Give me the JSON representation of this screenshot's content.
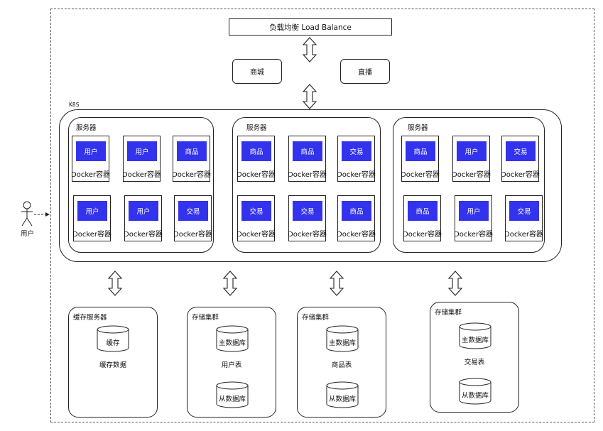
{
  "load_balancer": "负载均衡 Load Balance",
  "entry_nodes": [
    "商城",
    "直播"
  ],
  "k8s_label": "K8S",
  "user_label": "用户",
  "server_groups": [
    {
      "title": "服务器",
      "cards": [
        {
          "service": "用户",
          "container": "Docker容器"
        },
        {
          "service": "用户",
          "container": "Docker容器"
        },
        {
          "service": "商品",
          "container": "Docker容器"
        },
        {
          "service": "用户",
          "container": "Docker容器"
        },
        {
          "service": "用户",
          "container": "Docker容器"
        },
        {
          "service": "交易",
          "container": "Docker容器"
        }
      ]
    },
    {
      "title": "服务器",
      "cards": [
        {
          "service": "商品",
          "container": "Docker容器"
        },
        {
          "service": "商品",
          "container": "Docker容器"
        },
        {
          "service": "交易",
          "container": "Docker容器"
        },
        {
          "service": "交易",
          "container": "Docker容器"
        },
        {
          "service": "交易",
          "container": "Docker容器"
        },
        {
          "service": "商品",
          "container": "Docker容器"
        }
      ]
    },
    {
      "title": "服务器",
      "cards": [
        {
          "service": "商品",
          "container": "Docker容器"
        },
        {
          "service": "用户",
          "container": "Docker容器"
        },
        {
          "service": "交易",
          "container": "Docker容器"
        },
        {
          "service": "商品",
          "container": "Docker容器"
        },
        {
          "service": "用户",
          "container": "Docker容器"
        },
        {
          "service": "交易",
          "container": "Docker容器"
        }
      ]
    }
  ],
  "storage": [
    {
      "title": "缓存服务器",
      "db": "缓存",
      "table": "缓存数据",
      "slave": ""
    },
    {
      "title": "存储集群",
      "db": "主数据库",
      "table": "用户表",
      "slave": "从数据库"
    },
    {
      "title": "存储集群",
      "db": "主数据库",
      "table": "商品表",
      "slave": "从数据库"
    },
    {
      "title": "存储集群",
      "db": "主数据库",
      "table": "交易表",
      "slave": "从数据库"
    }
  ],
  "colors": {
    "service_chip": "#3333ee",
    "line": "#222222"
  }
}
